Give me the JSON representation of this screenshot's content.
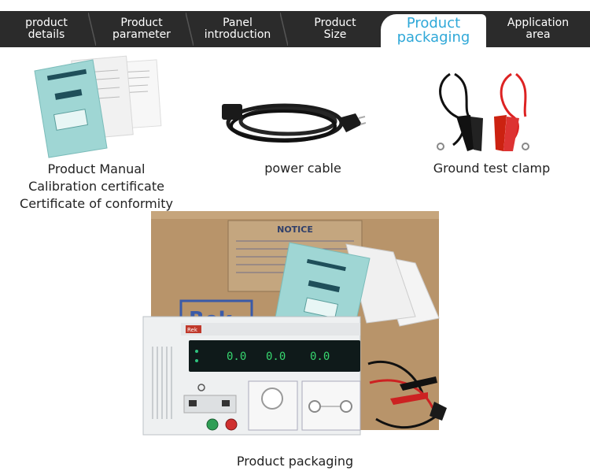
{
  "tabs": [
    {
      "line1": "product",
      "line2": "details"
    },
    {
      "line1": "Product",
      "line2": "parameter"
    },
    {
      "line1": "Panel",
      "line2": "introduction"
    },
    {
      "line1": "Product",
      "line2": "Size"
    },
    {
      "line1": "Product",
      "line2": "packaging"
    },
    {
      "line1": "Application",
      "line2": "area"
    }
  ],
  "items": {
    "manual": [
      "Product Manual",
      "Calibration certificate",
      "Certificate of conformity"
    ],
    "cable": "power cable",
    "clamp": "Ground test clamp",
    "packaging": "Product packaging"
  },
  "box": {
    "notice": "NOTICE",
    "brand": "Rek"
  },
  "device": {
    "brand": "Rek",
    "displays": [
      "0.0",
      "0.0",
      "0.0"
    ]
  },
  "colors": {
    "accent": "#2fa8d8",
    "tabbar": "#2b2b2b",
    "box": "#b8946a"
  }
}
